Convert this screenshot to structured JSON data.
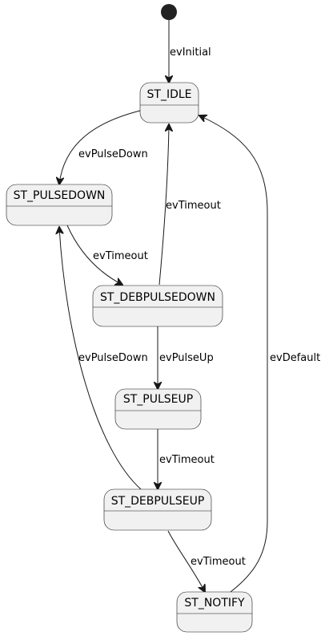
{
  "colors": {
    "state_fill": "#f1f1f1",
    "line": "#181818",
    "text": "#000000",
    "initial_dot": "#222222"
  },
  "states": {
    "idle": "ST_IDLE",
    "pulsedown": "ST_PULSEDOWN",
    "debpulsedown": "ST_DEBPULSEDOWN",
    "pulseup": "ST_PULSEUP",
    "debpulseup": "ST_DEBPULSEUP",
    "notify": "ST_NOTIFY"
  },
  "transitions": {
    "initial_to_idle": "evInitial",
    "idle_to_pulsedown": "evPulseDown",
    "pulsedown_to_debpulsedown": "evTimeout",
    "debpulsedown_to_idle": "evTimeout",
    "debpulsedown_to_pulseup": "evPulseUp",
    "pulseup_to_debpulseup": "evTimeout",
    "debpulseup_to_pulsedown": "evPulseDown",
    "debpulseup_to_notify": "evTimeout",
    "notify_to_idle": "evDefault"
  }
}
